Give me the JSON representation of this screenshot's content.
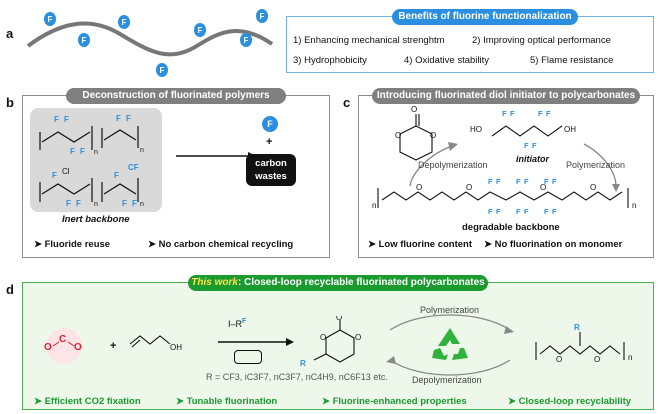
{
  "panel_a": {
    "letter": "a",
    "f_label": "F",
    "benefits_title": "Benefits of fluorine functionalization",
    "benefits": [
      "1) Enhancing mechanical strenghtm",
      "2) Improving optical performance",
      "3) Hydrophobicity",
      "4) Oxidative stability",
      "5) Flame resistance"
    ]
  },
  "panel_b": {
    "letter": "b",
    "title": "Deconstruction of fluorinated polymers",
    "backbone_label": "Inert backbone",
    "product_f": "F",
    "plus": "+",
    "product_carbon": [
      "carbon",
      "wastes"
    ],
    "notes": [
      "➤ Fluoride reuse",
      "➤ No carbon chemical recycling"
    ]
  },
  "panel_c": {
    "letter": "c",
    "title": "Introducing  fluorinated diol initiator to polycarbonates",
    "initiator": "initiator",
    "depolymerization": "Depolymerization",
    "polymerization": "Polymerization",
    "backbone_label": "degradable backbone",
    "notes": [
      "➤ Low fluorine content",
      "➤ No fluorination on monomer"
    ]
  },
  "panel_d": {
    "letter": "d",
    "title_prefix": "This work",
    "title_rest": ": Closed-loop recyclable fluorinated polycarbonates",
    "plus": "+",
    "reagent": "I–R",
    "rf_def": "R",
    "rf_def_rest": " = CF3, iC3F7, nC3F7, nC4H9, nC6F13 etc.",
    "polymerization": "Polymerization",
    "depolymerization": "Depolymerization",
    "notes": [
      "➤ Efficient CO2 fixation",
      "➤ Tunable fluorination",
      "➤ Fluorine-enhanced properties",
      "➤ Closed-loop recyclability"
    ]
  },
  "colors": {
    "blue": "#2a8fe0",
    "grey_pill": "#7f7f7f",
    "green": "#1b9a2f",
    "green_bg": "#eef8ea"
  }
}
